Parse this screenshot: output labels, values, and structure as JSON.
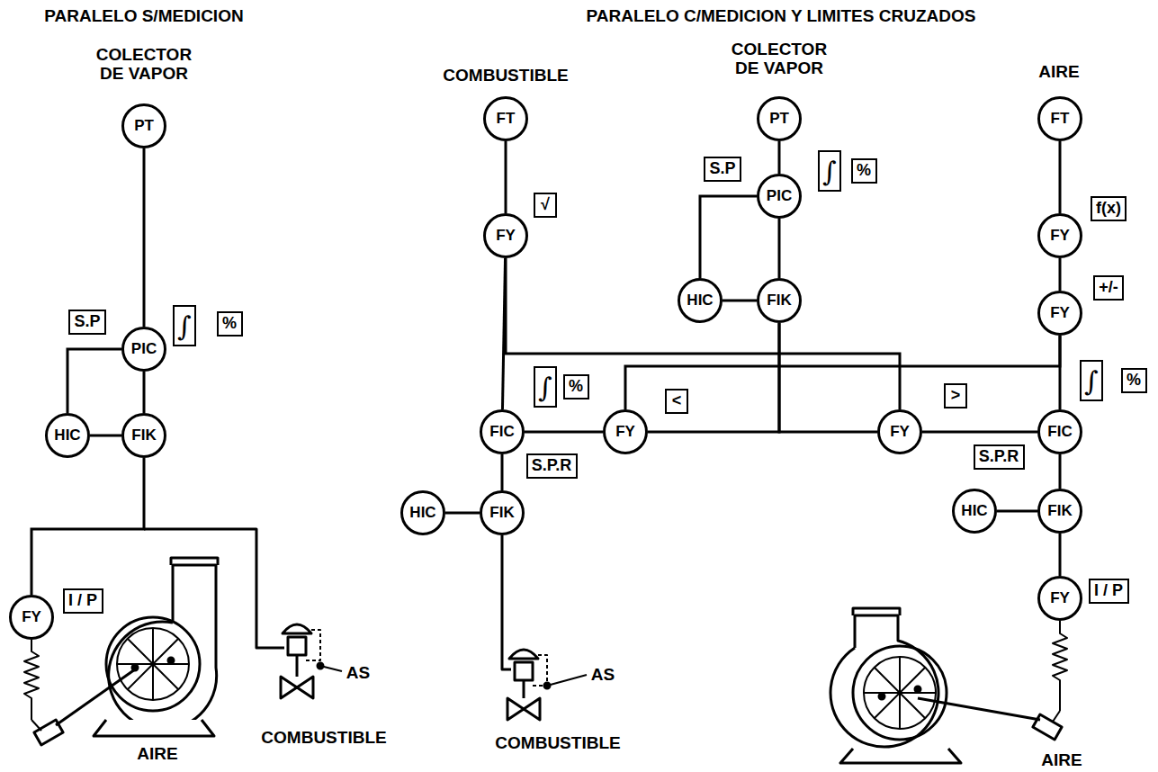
{
  "diagram": {
    "nodes": [
      {
        "text": [
          "PT"
        ]
      },
      {
        "text": [
          "S.P"
        ]
      },
      {
        "text": [
          "PIC"
        ]
      },
      {
        "text": [
          "∫"
        ]
      },
      {
        "text": [
          "%"
        ]
      },
      {
        "text": [
          "HIC"
        ]
      },
      {
        "text": [
          "FIK"
        ]
      },
      {
        "text": [
          "I / P"
        ]
      },
      {
        "text": [
          "FY"
        ]
      },
      {
        "text": [
          "FT"
        ]
      },
      {
        "text": [
          "PT"
        ]
      },
      {
        "text": [
          "FT"
        ]
      },
      {
        "text": [
          "S.P"
        ]
      },
      {
        "text": [
          "PIC"
        ]
      },
      {
        "text": [
          "∫"
        ]
      },
      {
        "text": [
          "%"
        ]
      },
      {
        "text": [
          "√"
        ]
      },
      {
        "text": [
          "f(x)"
        ]
      },
      {
        "text": [
          "FY"
        ]
      },
      {
        "text": [
          "FY"
        ]
      },
      {
        "text": [
          "HIC"
        ]
      },
      {
        "text": [
          "FIK"
        ]
      },
      {
        "text": [
          "+/-"
        ]
      },
      {
        "text": [
          "FY"
        ]
      },
      {
        "text": [
          "∫"
        ]
      },
      {
        "text": [
          "%"
        ]
      },
      {
        "text": [
          "<"
        ]
      },
      {
        "text": [
          ">"
        ]
      },
      {
        "text": [
          "∫"
        ]
      },
      {
        "text": [
          "%"
        ]
      },
      {
        "text": [
          "FIC"
        ]
      },
      {
        "text": [
          "FY"
        ]
      },
      {
        "text": [
          "FY"
        ]
      },
      {
        "text": [
          "FIC"
        ]
      },
      {
        "text": [
          "S.P.R"
        ]
      },
      {
        "text": [
          "S.P.R"
        ]
      },
      {
        "text": [
          "HIC"
        ]
      },
      {
        "text": [
          "FIK"
        ]
      },
      {
        "text": [
          "HIC"
        ]
      },
      {
        "text": [
          "FIK"
        ]
      },
      {
        "text": [
          "I / P"
        ]
      },
      {
        "text": [
          "FY"
        ]
      }
    ],
    "edges": [
      {
        "from": 0,
        "to": 2,
        "arrow": "none"
      },
      {
        "from": 2,
        "to": 6,
        "arrow": "none"
      },
      {
        "from": 2,
        "to": 5,
        "arrow": "none"
      },
      {
        "from": 5,
        "to": 6,
        "arrow": "none"
      },
      {
        "from": 6,
        "to": 8,
        "arrow": "none"
      },
      {
        "from": 9,
        "to": 18,
        "arrow": "none"
      },
      {
        "from": 18,
        "to": 30,
        "arrow": "none"
      },
      {
        "from": 18,
        "to": 32,
        "arrow": "none"
      },
      {
        "from": 10,
        "to": 13,
        "arrow": "none"
      },
      {
        "from": 13,
        "to": 21,
        "arrow": "none"
      },
      {
        "from": 13,
        "to": 20,
        "arrow": "none"
      },
      {
        "from": 20,
        "to": 21,
        "arrow": "none"
      },
      {
        "from": 21,
        "to": 31,
        "arrow": "none"
      },
      {
        "from": 21,
        "to": 32,
        "arrow": "none"
      },
      {
        "from": 31,
        "to": 30,
        "arrow": "none"
      },
      {
        "from": 32,
        "to": 33,
        "arrow": "none"
      },
      {
        "from": 11,
        "to": 19,
        "arrow": "none"
      },
      {
        "from": 19,
        "to": 23,
        "arrow": "none"
      },
      {
        "from": 23,
        "to": 31,
        "arrow": "none"
      },
      {
        "from": 23,
        "to": 33,
        "arrow": "none"
      },
      {
        "from": 30,
        "to": 37,
        "arrow": "none"
      },
      {
        "from": 36,
        "to": 37,
        "arrow": "none"
      },
      {
        "from": 33,
        "to": 39,
        "arrow": "none"
      },
      {
        "from": 38,
        "to": 39,
        "arrow": "none"
      },
      {
        "from": 39,
        "to": 41,
        "arrow": "none"
      }
    ],
    "labels": [
      "PARALELO S/MEDICION",
      "PARALELO C/MEDICION Y LIMITES CRUZADOS",
      "COLECTOR DE VAPOR",
      "COMBUSTIBLE",
      "COLECTOR DE VAPOR",
      "AIRE",
      "AIRE",
      "COMBUSTIBLE",
      "AS",
      "AS",
      "COMBUSTIBLE",
      "AIRE"
    ]
  }
}
